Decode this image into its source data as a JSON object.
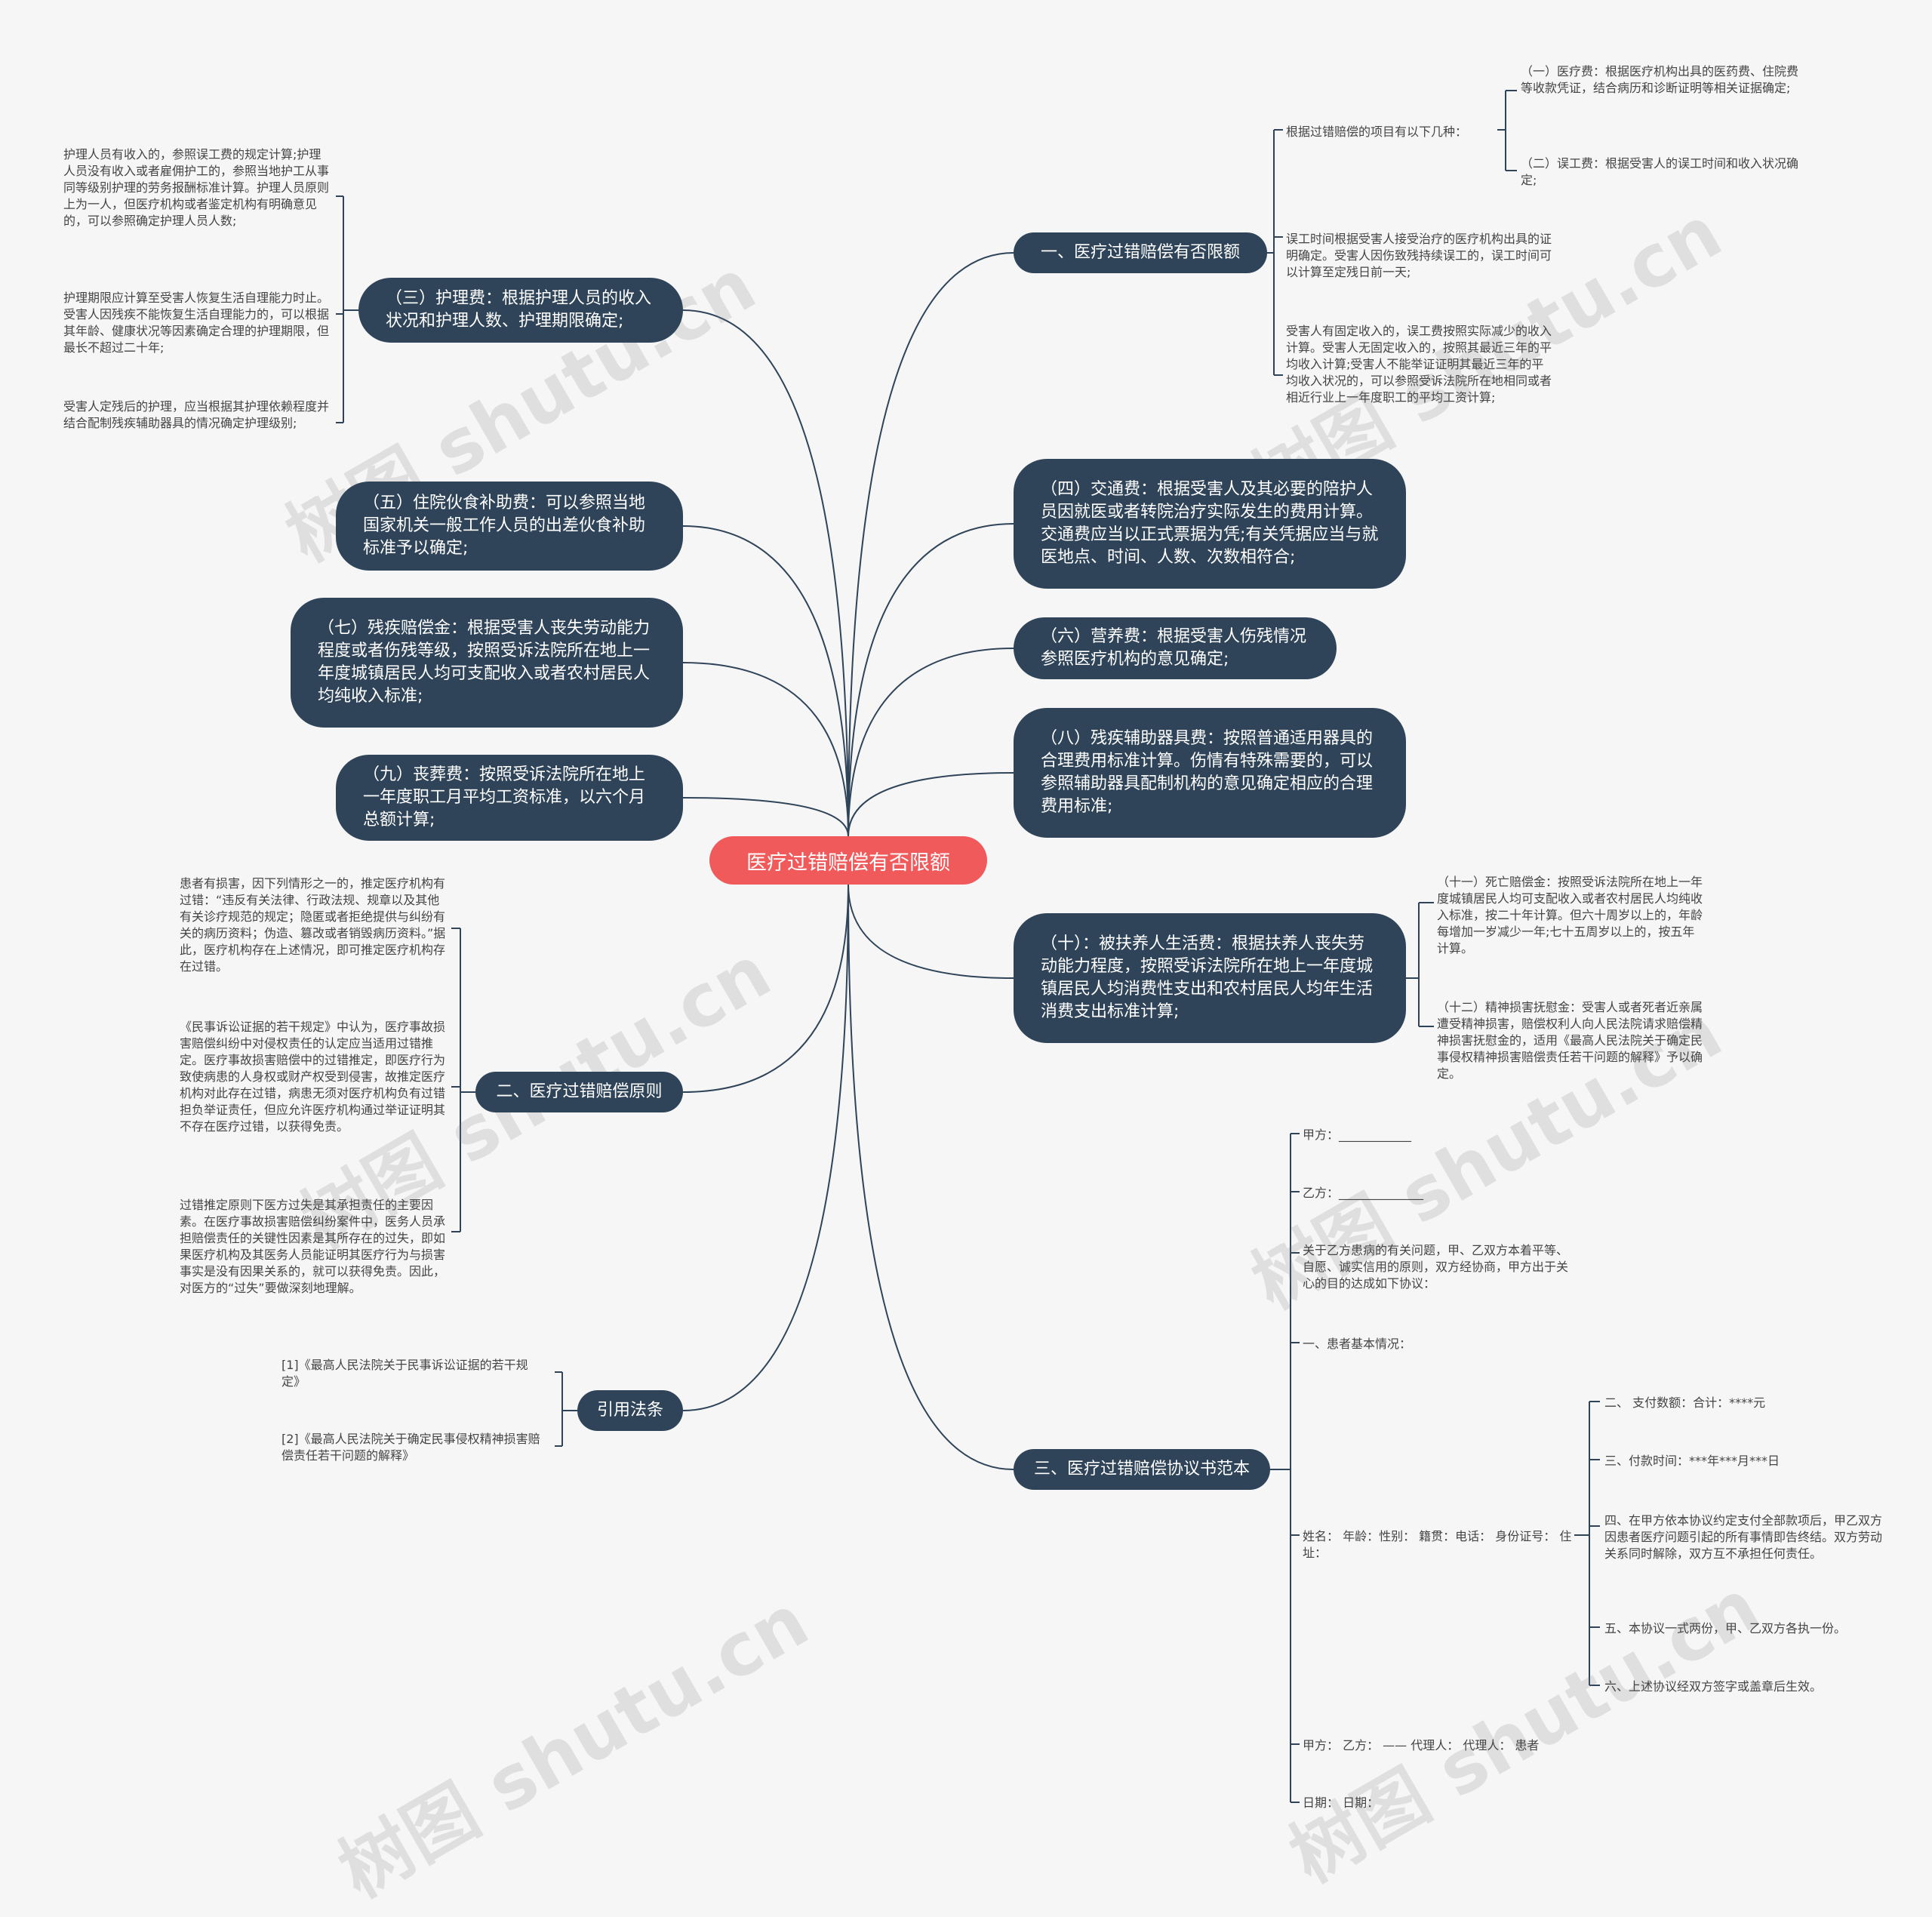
{
  "root": {
    "label": "医疗过错赔偿有否限额"
  },
  "branches": {
    "b1": {
      "label": "一、医疗过错赔偿有否限额",
      "intro": "根据过错赔偿的项目有以下几种：",
      "item1": "（一）医疗费：根据医疗机构出具的医药费、住院费等收款凭证，结合病历和诊断证明等相关证据确定;",
      "item2": "（二）误工费：根据受害人的误工时间和收入状况确定;",
      "note1": "误工时间根据受害人接受治疗的医疗机构出具的证明确定。受害人因伤致残持续误工的，误工时间可以计算至定残日前一天;",
      "note2": "受害人有固定收入的，误工费按照实际减少的收入计算。受害人无固定收入的，按照其最近三年的平均收入计算;受害人不能举证证明其最近三年的平均收入状况的，可以参照受诉法院所在地相同或者相近行业上一年度职工的平均工资计算;"
    },
    "b3care": {
      "label": "（三）护理费：根据护理人员的收入状况和护理人数、护理期限确定;",
      "leaf1": "护理人员有收入的，参照误工费的规定计算;护理人员没有收入或者雇佣护工的，参照当地护工从事同等级别护理的劳务报酬标准计算。护理人员原则上为一人，但医疗机构或者鉴定机构有明确意见的，可以参照确定护理人员人数;",
      "leaf2": "护理期限应计算至受害人恢复生活自理能力时止。受害人因残疾不能恢复生活自理能力的，可以根据其年龄、健康状况等因素确定合理的护理期限，但最长不超过二十年;",
      "leaf3": "受害人定残后的护理，应当根据其护理依赖程度并结合配制残疾辅助器具的情况确定护理级别;"
    },
    "b4": {
      "label": "（四）交通费：根据受害人及其必要的陪护人员因就医或者转院治疗实际发生的费用计算。交通费应当以正式票据为凭;有关凭据应当与就医地点、时间、人数、次数相符合;"
    },
    "b5": {
      "label": "（五）住院伙食补助费：可以参照当地国家机关一般工作人员的出差伙食补助标准予以确定;"
    },
    "b6": {
      "label": "（六）营养费：根据受害人伤残情况参照医疗机构的意见确定;"
    },
    "b7": {
      "label": "（七）残疾赔偿金：根据受害人丧失劳动能力程度或者伤残等级，按照受诉法院所在地上一年度城镇居民人均可支配收入或者农村居民人均纯收入标准;"
    },
    "b8": {
      "label": "（八）残疾辅助器具费：按照普通适用器具的合理费用标准计算。伤情有特殊需要的，可以参照辅助器具配制机构的意见确定相应的合理费用标准;"
    },
    "b9": {
      "label": "（九）丧葬费：按照受诉法院所在地上一年度职工月平均工资标准，以六个月总额计算;"
    },
    "b10": {
      "label": "（十）：被扶养人生活费：根据扶养人丧失劳动能力程度，按照受诉法院所在地上一年度城镇居民人均消费性支出和农村居民人均年生活消费支出标准计算;",
      "leaf1": "（十一）死亡赔偿金：按照受诉法院所在地上一年度城镇居民人均可支配收入或者农村居民人均纯收入标准，按二十年计算。但六十周岁以上的，年龄每增加一岁减少一年;七十五周岁以上的，按五年计算。",
      "leaf2": "（十二）精神损害抚慰金：受害人或者死者近亲属遭受精神损害，赔偿权利人向人民法院请求赔偿精神损害抚慰金的，适用《最高人民法院关于确定民事侵权精神损害赔偿责任若干问题的解释》予以确定。"
    },
    "b2": {
      "label": "二、医疗过错赔偿原则",
      "leaf1": "患者有损害，因下列情形之一的，推定医疗机构有过错：“违反有关法律、行政法规、规章以及其他有关诊疗规范的规定；隐匿或者拒绝提供与纠纷有关的病历资料；伪造、篡改或者销毁病历资料。”据此，医疗机构存在上述情况，即可推定医疗机构存在过错。",
      "leaf2": "《民事诉讼证据的若干规定》中认为，医疗事故损害赔偿纠纷中对侵权责任的认定应当适用过错推定。医疗事故损害赔偿中的过错推定，即医疗行为致使病患的人身权或财产权受到侵害，故推定医疗机构对此存在过错，病患无须对医疗机构负有过错担负举证责任，但应允许医疗机构通过举证证明其不存在医疗过错，以获得免责。",
      "leaf3": "过错推定原则下医方过失是其承担责任的主要因素。在医疗事故损害赔偿纠纷案件中，医务人员承担赔偿责任的关键性因素是其所存在的过失，即如果医疗机构及其医务人员能证明其医疗行为与损害事实是没有因果关系的，就可以获得免责。因此，对医方的“过失”要做深刻地理解。"
    },
    "cite": {
      "label": "引用法条",
      "leaf1": "[1]《最高人民法院关于民事诉讼证据的若干规定》",
      "leaf2": "[2]《最高人民法院关于确定民事侵权精神损害赔偿责任若干问题的解释》"
    },
    "b3": {
      "label": "三、医疗过错赔偿协议书范本",
      "jia": "甲方：____________",
      "yi": "乙方：______________",
      "preface": "关于乙方患病的有关问题，甲、乙双方本着平等、自愿、诚实信用的原则，双方经协商，甲方出于关心的目的达成如下协议：",
      "basic": "一、患者基本情况：",
      "person": "姓名：   年龄：性别：   籍贯：电话：   身份证号：   住  址：",
      "t2": "二、  支付数额：合计：****元",
      "t3": "三、付款时间：***年***月***日",
      "t4": "四、在甲方依本协议约定支付全部款项后，甲乙双方因患者医疗问题引起的所有事情即告终结。双方劳动关系同时解除，双方互不承担任何责任。",
      "t5": "五、本协议一式两份，甲、乙双方各执一份。",
      "t6": "六、上述协议经双方签字或盖章后生效。",
      "sign": "甲方：  乙方：  ——  代理人：  代理人：  患者",
      "date": "日期：  日期："
    }
  },
  "watermark": "树图 shutu.cn",
  "colors": {
    "node_bg": "#2f4459",
    "root_bg": "#f05a5b",
    "edge": "#2f4459",
    "background": "#f6f6f6",
    "leaf_text": "#444444"
  }
}
